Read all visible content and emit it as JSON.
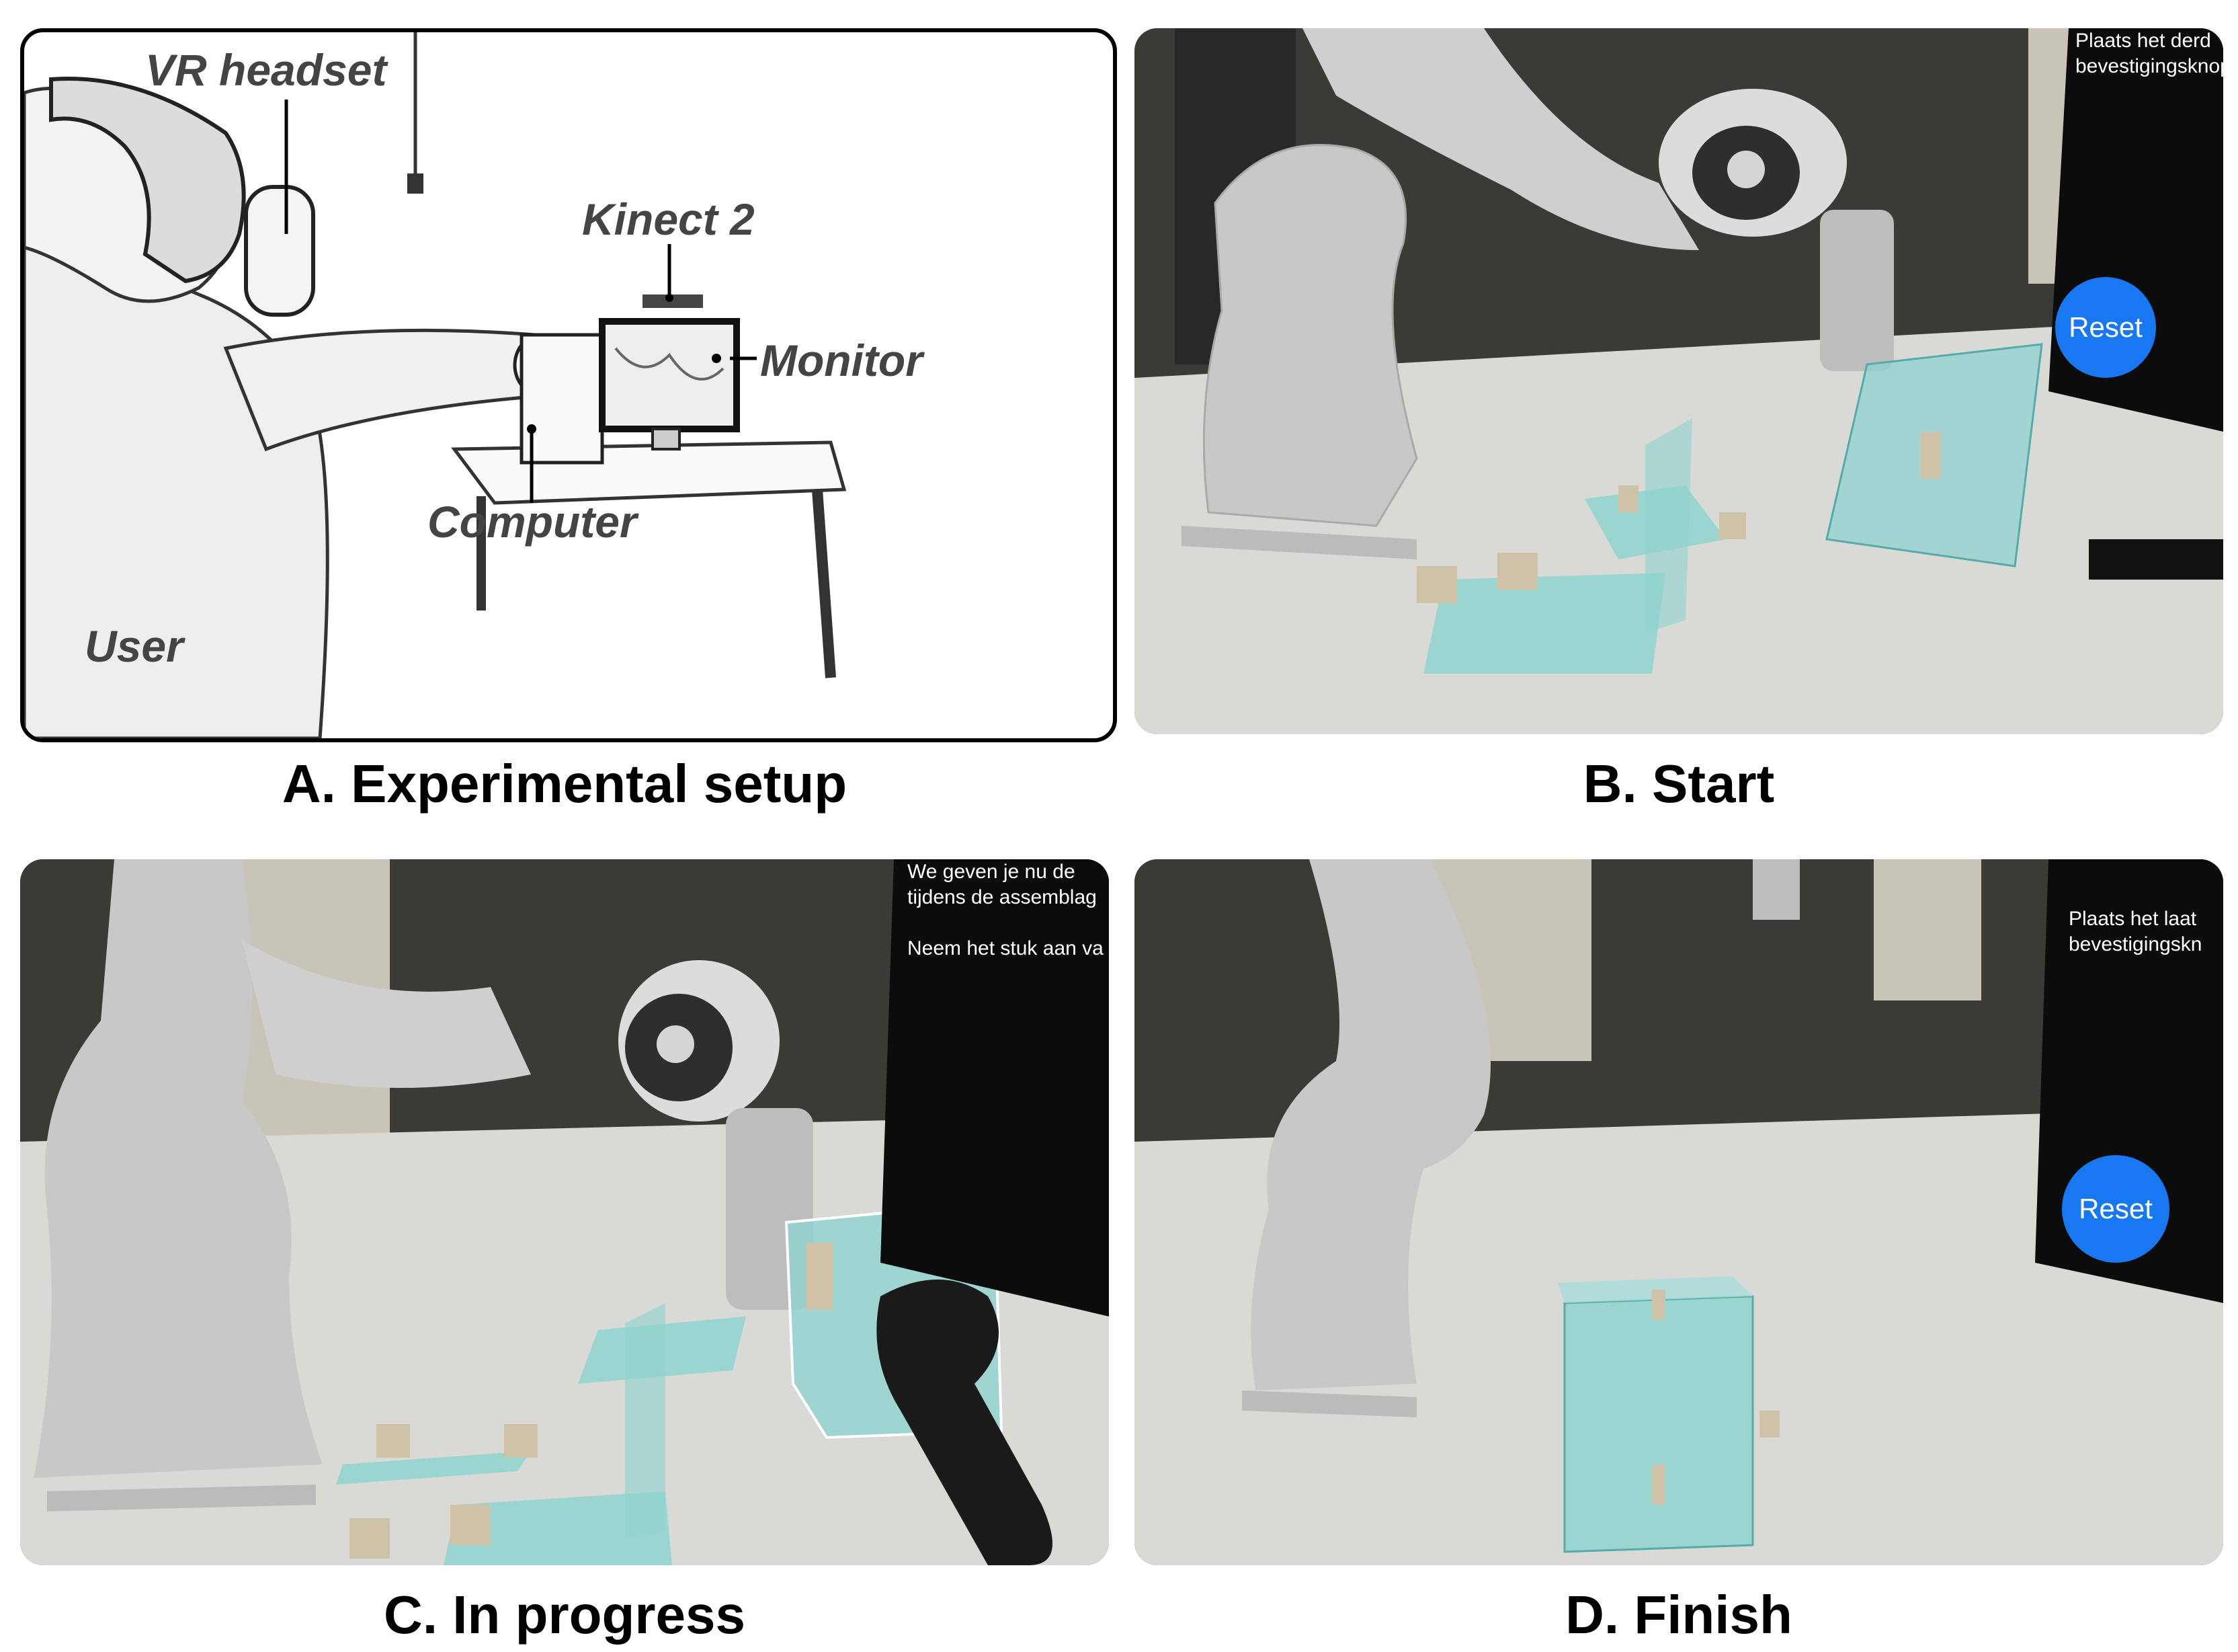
{
  "panels": {
    "a": {
      "caption": "A. Experimental setup",
      "labels": {
        "vr_headset": "VR headset",
        "kinect": "Kinect 2",
        "monitor": "Monitor",
        "computer": "Computer",
        "user": "User"
      }
    },
    "b": {
      "caption": "B. Start",
      "screen_text": [
        "Plaats het derd",
        "bevestigingsknop"
      ],
      "reset_label": "Reset"
    },
    "c": {
      "caption": "C. In progress",
      "screen_text": [
        "We geven je nu de",
        "tijdens de assemblag",
        "",
        "Neem het stuk aan va"
      ]
    },
    "d": {
      "caption": "D. Finish",
      "screen_text": [
        "Plaats het laat",
        "bevestigingskn"
      ],
      "reset_label": "Reset"
    }
  },
  "colors": {
    "accent_button": "#1778f2",
    "panel_teal": "#8fd3cf",
    "label_gray": "#444444"
  }
}
